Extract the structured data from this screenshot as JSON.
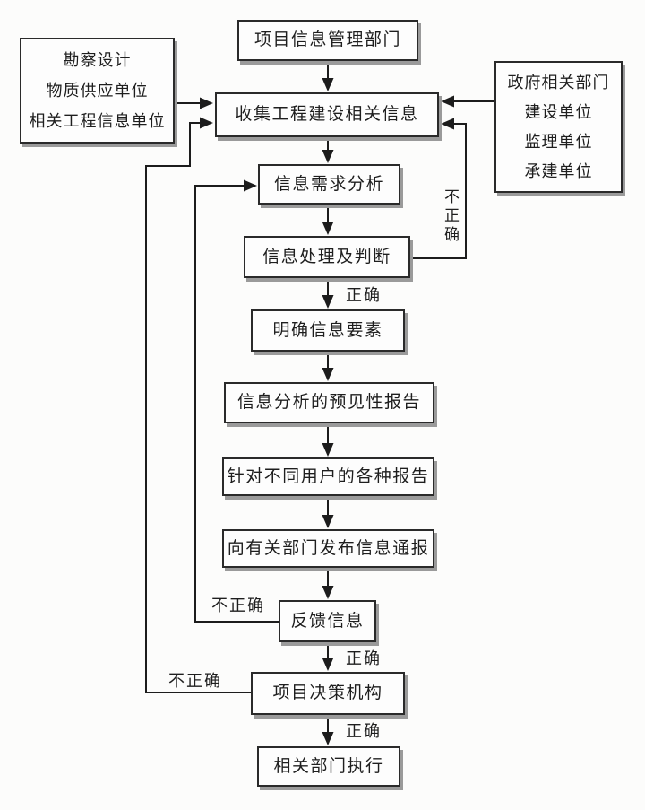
{
  "diagram": {
    "title_hint": "项目信息管理流程图",
    "colors": {
      "background": "#fcfcfb",
      "box_fill": "#fdfdfd",
      "box_border": "#2a2a2a",
      "box_shadow": "#9a9a9a",
      "line": "#1c1c1c",
      "text": "#1e1e1e"
    },
    "nodes": {
      "top_department": "项目信息管理部门",
      "left_sources": [
        "勘察设计",
        "物质供应单位",
        "相关工程信息单位"
      ],
      "right_sources": [
        "政府相关部门",
        "建设单位",
        "监理单位",
        "承建单位"
      ],
      "collect": "收集工程建设相关信息",
      "demand_analysis": "信息需求分析",
      "processing_judgement": "信息处理及判断",
      "clarify_elements": "明确信息要素",
      "predictive_report": "信息分析的预见性报告",
      "user_reports": "针对不同用户的各种报告",
      "issue_notification": "向有关部门发布信息通报",
      "feedback": "反馈信息",
      "decision_body": "项目决策机构",
      "execution": "相关部门执行"
    },
    "edge_labels": {
      "correct_after_processing": "正确",
      "correct_after_feedback": "正确",
      "correct_after_decision": "正确",
      "incorrect_processing_loop": "不正确",
      "incorrect_feedback_loop": "不正确",
      "incorrect_decision_loop": "不正确"
    }
  }
}
